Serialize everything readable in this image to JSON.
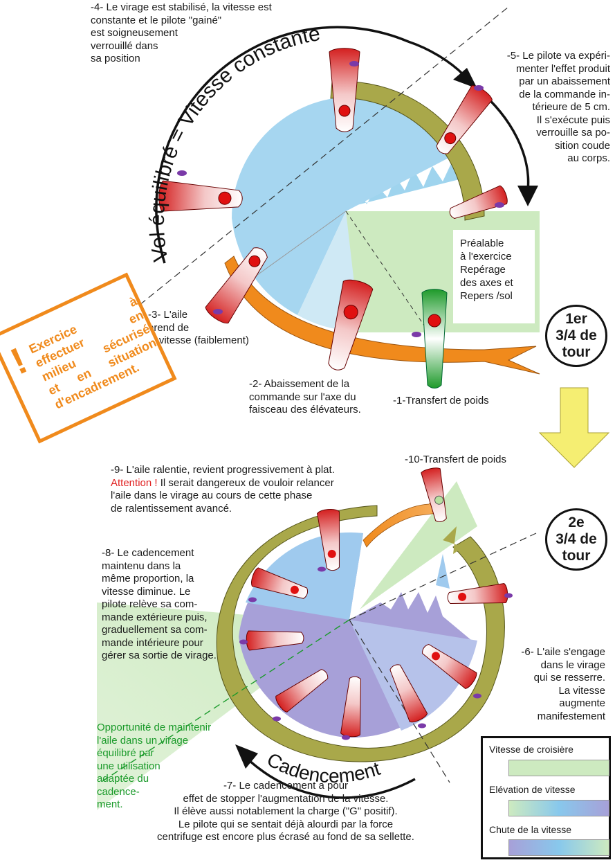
{
  "colors": {
    "croisiere": "#cdeac0",
    "elevation": "#88c8ec",
    "chute": "#a7a0d8",
    "orange": "#f08a1c",
    "olive": "#a9a84a",
    "arrow_yellow": "#f5ee72"
  },
  "curved": {
    "vol_equilibre": "Vol équilibré = Vitesse constante",
    "cadencement": "Cadencement"
  },
  "steps": {
    "s4": "-4- Le virage est stabilisé, la vitesse est\nconstante et le pilote \"gainé\"\nest soigneusement\nverrouillé dans\nsa position",
    "s5": "-5- Le pilote va expéri-\nmenter l'effet produit\npar un abaissement\nde la commande in-\ntérieure de 5 cm.\nIl s'exécute puis\nverrouille sa po-\nsition coude\nau corps.",
    "s3": "-3- L'aile\nprend de\nla vitesse (faiblement)",
    "s2": "-2- Abaissement de la\ncommande sur l'axe du\nfaisceau des élévateurs.",
    "s1": "-1-Transfert de poids",
    "s10": "-10-Transfert de poids",
    "s9_line1": "-9- L'aile ralentie, revient progressivement à plat.",
    "s9_attention": "Attention !",
    "s9_rest": " Il serait dangereux de vouloir relancer\nl'aile dans  le virage au cours de cette phase\nde ralentissement avancé.",
    "s8": "-8- Le cadencement\nmaintenu dans la\nmême proportion, la\nvitesse diminue. Le\npilote relève sa com-\nmande extérieure puis,\ngraduellement sa com-\nmande intérieure pour\ngérer sa sortie de virage.",
    "s6": "-6- L'aile s'engage\ndans le virage\nqui se resserre.\nLa vitesse\naugmente\nmanifestement",
    "s7": "-7- Le cadencement a pour\neffet de stopper l'augmentation de la vitesse.\nIl élève aussi notablement la charge (\"G\" positif).\nLe pilote qui se sentait déjà alourdi par la force\ncentrifuge est encore plus écrasé au fond de sa sellette.",
    "opportunite": "Opportunité de maintenir\nl'aile dans un virage\néquilibré par\nune utilisation\nadaptée du\ncadence-\nment."
  },
  "prealable": "Préalable\nà l'exercice\nRepérage\ndes axes et\nRepers /sol",
  "tour1": "1er\n3/4 de\ntour",
  "tour2": "2e\n3/4 de\ntour",
  "warning": {
    "mark": "!",
    "text": "Exercice à\neffectuer en\nmilieu sécurisé\net en situation\nd'encadrement."
  },
  "legend": {
    "croisiere": "Vitesse de croisière",
    "elevation": "Elévation de vitesse",
    "chute": "Chute de la vitesse"
  }
}
